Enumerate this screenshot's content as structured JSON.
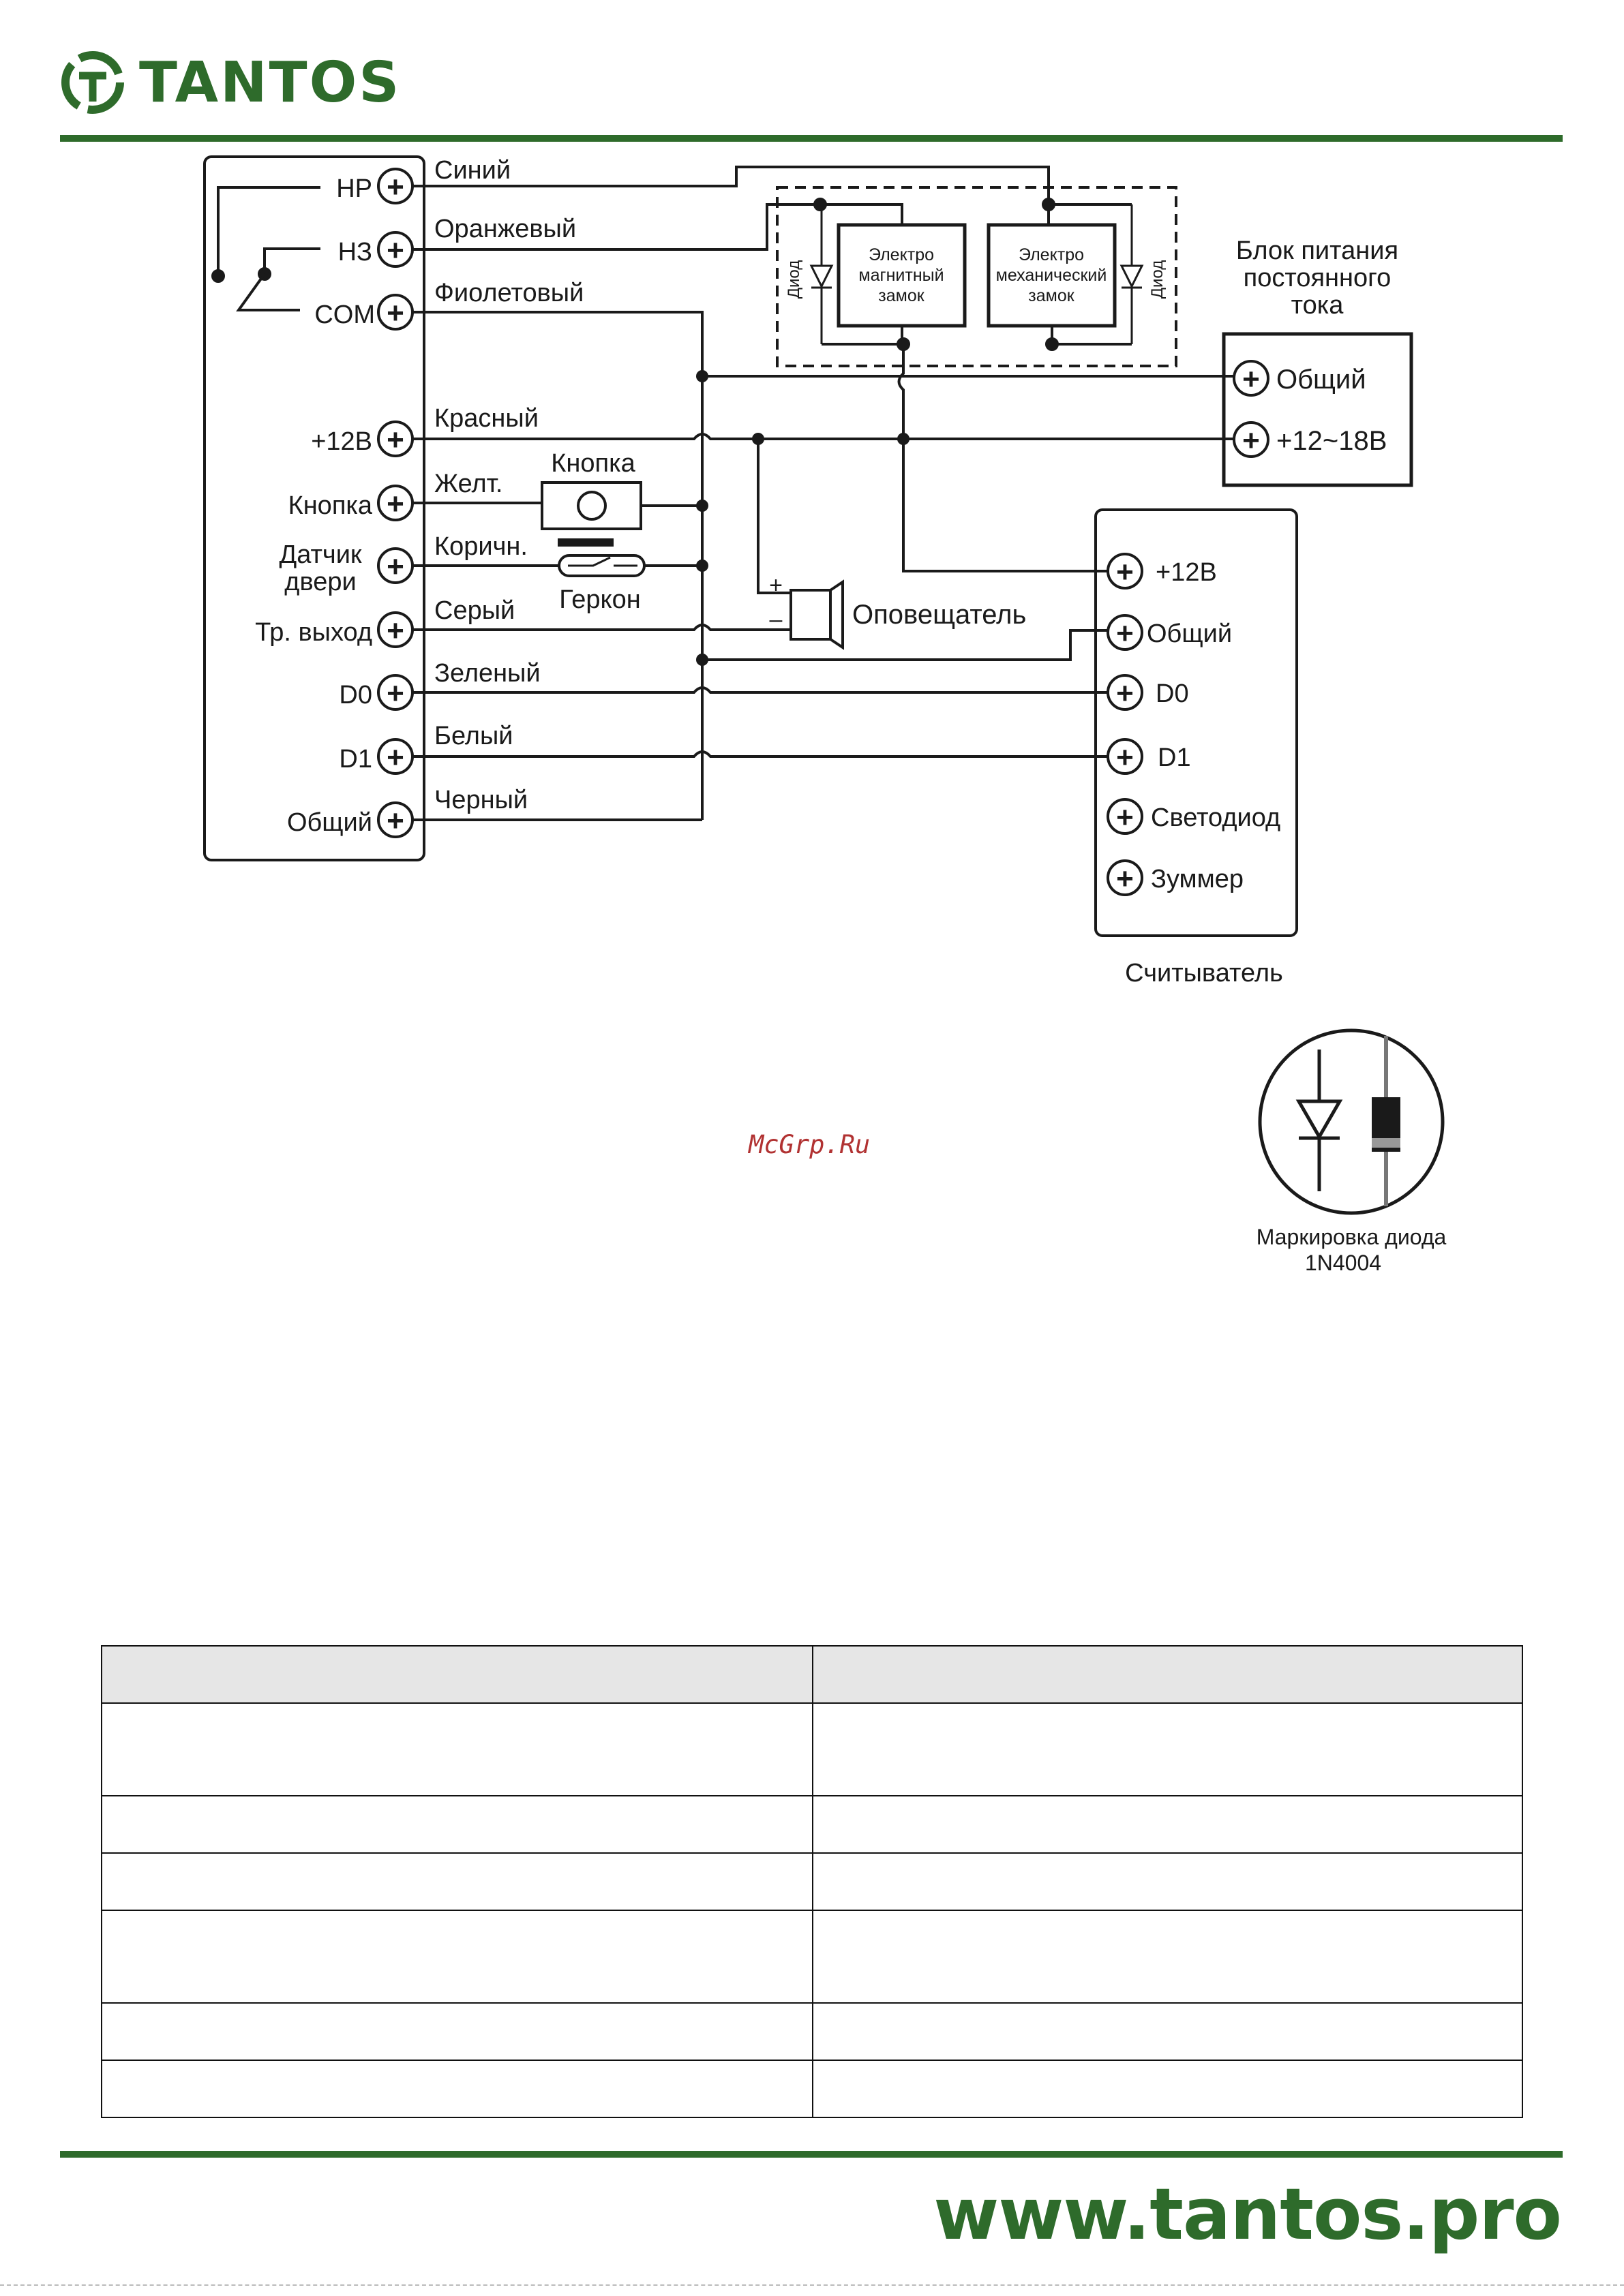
{
  "header": {
    "brand": "TANTOS",
    "logo_icon": "tantos-logo-icon"
  },
  "controller": {
    "terminals": [
      {
        "label": "НР",
        "wire": "Синий"
      },
      {
        "label": "НЗ",
        "wire": "Оранжевый"
      },
      {
        "label": "COM",
        "wire": "Фиолетовый"
      },
      {
        "label": "+12В",
        "wire": "Красный"
      },
      {
        "label": "Кнопка",
        "wire": "Желт."
      },
      {
        "label": "Датчик",
        "label2": "двери",
        "wire": "Коричн."
      },
      {
        "label": "Тр. выход",
        "wire": "Серый"
      },
      {
        "label": "D0",
        "wire": "Зеленый"
      },
      {
        "label": "D1",
        "wire": "Белый"
      },
      {
        "label": "Общий",
        "wire": "Черный"
      }
    ]
  },
  "locks": {
    "diode_label": "Диод",
    "magnetic": [
      "Электро",
      "магнитный",
      "замок"
    ],
    "mechanical": [
      "Электро",
      "механический",
      "замок"
    ]
  },
  "power": {
    "title": [
      "Блок питания",
      "постоянного",
      "тока"
    ],
    "terminals": [
      "Общий",
      "+12~18В"
    ]
  },
  "devices": {
    "button_label": "Кнопка",
    "reed_label": "Геркон",
    "siren_label": "Оповещатель",
    "plus": "+",
    "minus": "–"
  },
  "reader": {
    "title": "Считыватель",
    "terminals": [
      "+12В",
      "Общий",
      "D0",
      "D1",
      "Светодиод",
      "Зуммер"
    ]
  },
  "diode_marking": {
    "line1": "Маркировка диода",
    "line2": "1N4004"
  },
  "watermark": "McGrp.Ru",
  "table": {
    "rows": 7
  },
  "footer": {
    "url": "www.tantos.pro"
  },
  "colors": {
    "brand_green": "#2e6b2b",
    "line": "#1a1a1a",
    "watermark": "#b13232"
  }
}
